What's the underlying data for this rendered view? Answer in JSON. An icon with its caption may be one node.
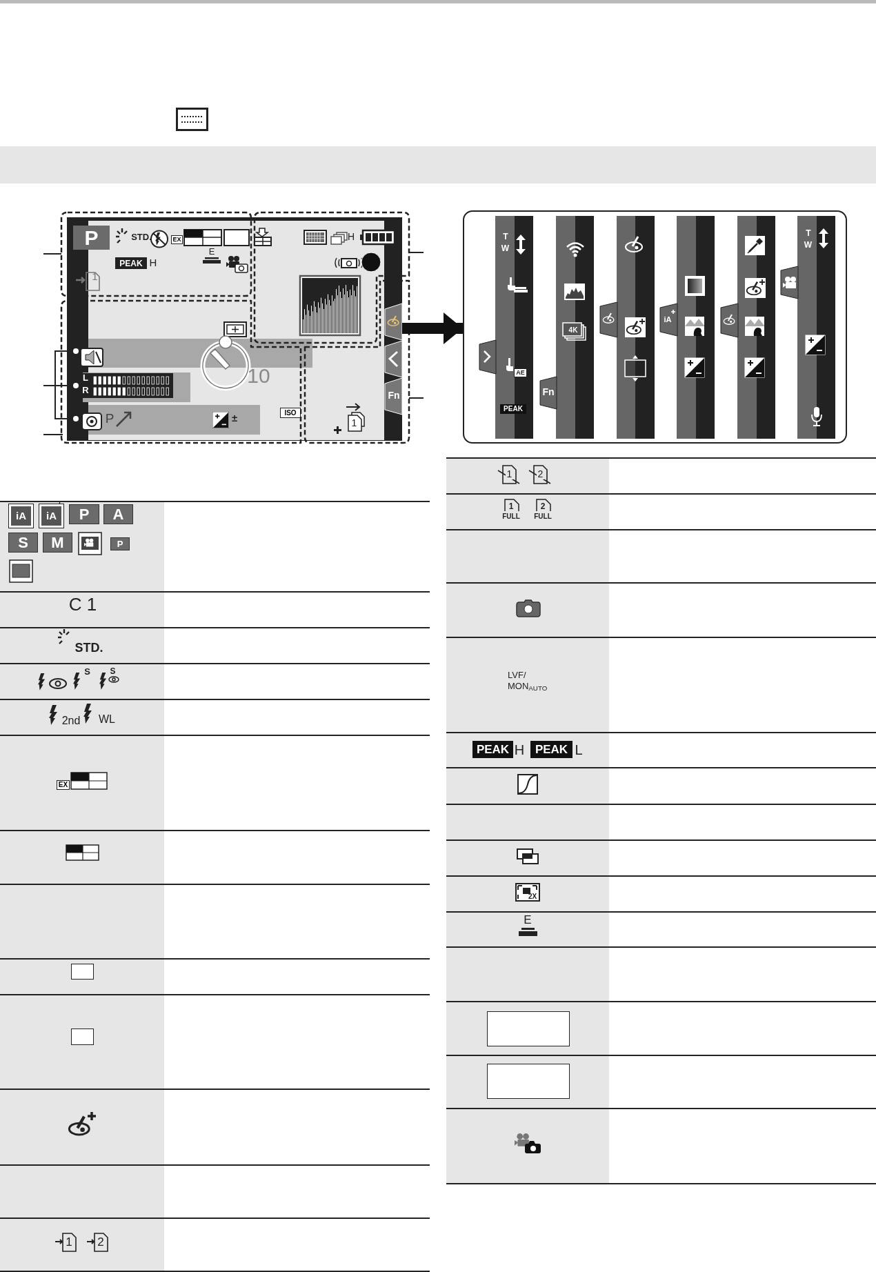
{
  "diagram": {
    "nodes": [
      {
        "text": [],
        "shape": "bar"
      },
      {
        "text": [],
        "shape": "box"
      },
      {
        "text": [],
        "shape": "box"
      }
    ],
    "edges": [
      {
        "from": 1,
        "to": 2,
        "arrow": "to"
      }
    ],
    "labels": [
      "P",
      "STD.",
      "EX",
      "PEAK",
      "H",
      "E",
      "1",
      "H",
      "L",
      "R",
      "10",
      "ISO",
      "1",
      "Fn",
      "±",
      "P",
      "T",
      "W",
      "AE",
      "PEAK",
      "4K",
      "Fn",
      "iA",
      "T",
      "W",
      "iA",
      "iA",
      "P",
      "A",
      "S",
      "M",
      "P",
      "C 1",
      "STD.",
      "S",
      "S",
      "2nd",
      "WL",
      "EX",
      "1",
      "2",
      "1",
      "2",
      "1",
      "FULL",
      "2",
      "FULL",
      "LVF/ MON$_{AUTO}$",
      "PEAK",
      "H",
      "PEAK",
      "L",
      "2X",
      "E"
    ]
  }
}
